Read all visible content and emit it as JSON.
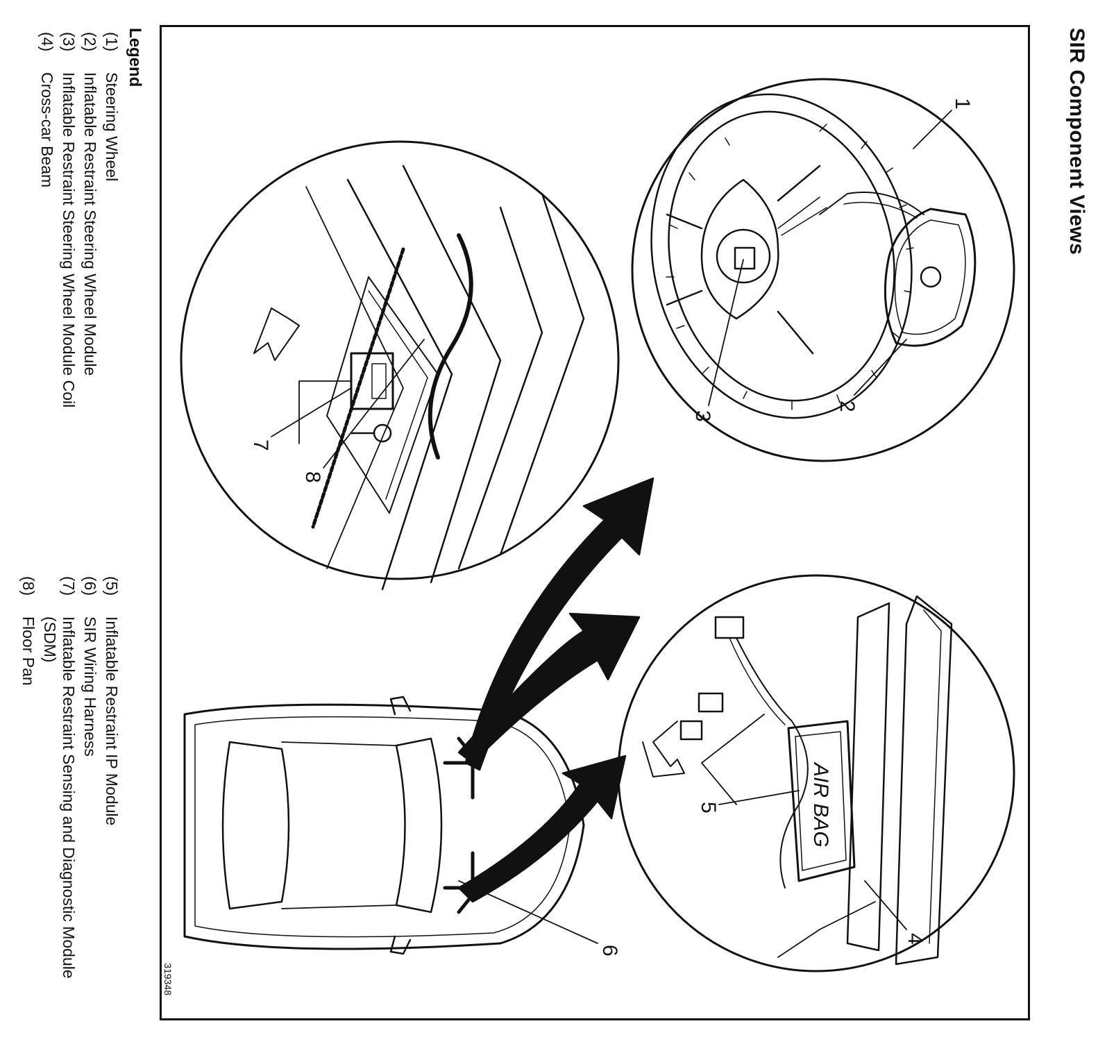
{
  "title": "SIR Component Views",
  "figure_id": "319348",
  "legend": {
    "title": "Legend",
    "left": [
      {
        "num": "(1)",
        "text": "Steering Wheel"
      },
      {
        "num": "(2)",
        "text": "Inflatable Restraint Steering Wheel Module"
      },
      {
        "num": "(3)",
        "text": "Inflatable Restraint Steering Wheel Module Coil"
      },
      {
        "num": "(4)",
        "text": "Cross-car Beam"
      }
    ],
    "right": [
      {
        "num": "(5)",
        "text": "Inflatable Restraint IP Module"
      },
      {
        "num": "(6)",
        "text": "SIR Wiring Harness"
      },
      {
        "num": "(7)",
        "text": "Inflatable Restraint Sensing and Diagnostic Module (SDM)"
      },
      {
        "num": "(8)",
        "text": "Floor Pan"
      }
    ]
  },
  "callouts": [
    "1",
    "2",
    "3",
    "4",
    "5",
    "6",
    "7",
    "8"
  ],
  "airbag_text": "AIR BAG"
}
